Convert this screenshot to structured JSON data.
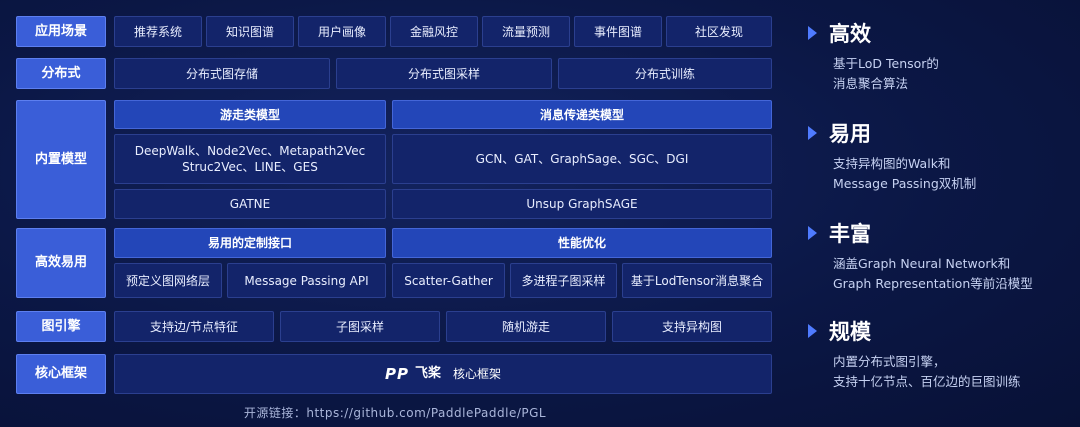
{
  "rows": {
    "scenarios": {
      "label": "应用场景",
      "items": [
        "推荐系统",
        "知识图谱",
        "用户画像",
        "金融风控",
        "流量预测",
        "事件图谱",
        "社区发现"
      ]
    },
    "distributed": {
      "label": "分布式",
      "items": [
        "分布式图存储",
        "分布式图采样",
        "分布式训练"
      ]
    },
    "models": {
      "label": "内置模型",
      "walk_header": "游走类模型",
      "msg_header": "消息传递类模型",
      "walk_models": "DeepWalk、Node2Vec、Metapath2Vec\nStruc2Vec、LINE、GES",
      "msg_models": "GCN、GAT、GraphSage、SGC、DGI",
      "gatne": "GATNE",
      "unsup": "Unsup GraphSAGE"
    },
    "efficiency": {
      "label": "高效易用",
      "custom_header": "易用的定制接口",
      "perf_header": "性能优化",
      "custom_items": [
        "预定义图网络层",
        "Message Passing API"
      ],
      "perf_items": [
        "Scatter-Gather",
        "多进程子图采样",
        "基于LodTensor消息聚合"
      ]
    },
    "engine": {
      "label": "图引擎",
      "items": [
        "支持边/节点特征",
        "子图采样",
        "随机游走",
        "支持异构图"
      ]
    },
    "core": {
      "label": "核心框架",
      "logo_mark": "PP",
      "logo_text": "飞桨",
      "core_label": "核心框架"
    }
  },
  "footer": "开源链接：https://github.com/PaddlePaddle/PGL",
  "features": [
    {
      "title": "高效",
      "desc": "基于LoD Tensor的\n消息聚合算法"
    },
    {
      "title": "易用",
      "desc": "支持异构图的Walk和\nMessage Passing双机制"
    },
    {
      "title": "丰富",
      "desc": "涵盖Graph Neural Network和\nGraph Representation等前沿模型"
    },
    {
      "title": "规模",
      "desc": "内置分布式图引擎，\n支持十亿节点、百亿边的巨图训练"
    }
  ],
  "colors": {
    "background": "#0a1640",
    "category": "#3a5ed8",
    "subheader": "#2346b8",
    "cell": "#13246a",
    "accent": "#4f7bff"
  }
}
